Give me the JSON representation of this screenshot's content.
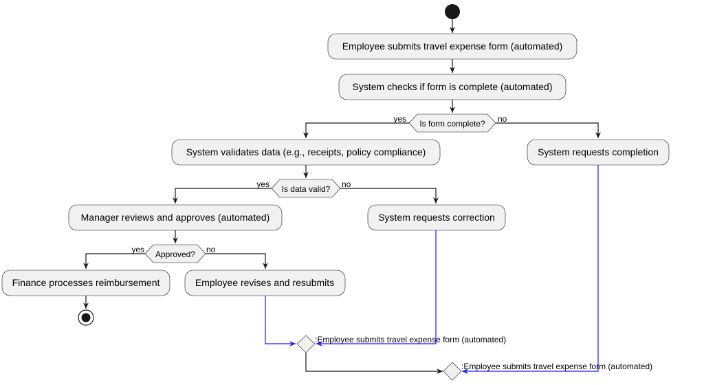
{
  "activities": {
    "submit": "Employee submits travel expense form (automated)",
    "check": "System checks if form is complete (automated)",
    "validate": "System validates data (e.g., receipts, policy compliance)",
    "request_completion": "System requests completion",
    "manager": "Manager reviews and approves (automated)",
    "request_correction": "System requests correction",
    "finance": "Finance processes reimbursement",
    "revise": "Employee revises and resubmits"
  },
  "decisions": {
    "complete": "Is form complete?",
    "valid": "Is data valid?",
    "approved": "Approved?"
  },
  "branches": {
    "yes": "yes",
    "no": "no"
  },
  "merges": {
    "inner": ":Employee submits travel expense form (automated)",
    "outer": ":Employee submits travel expense form (automated)"
  },
  "colors": {
    "node_fill": "#f1f1f1",
    "stroke": "#181818",
    "loop_back": "#1a1aff"
  }
}
